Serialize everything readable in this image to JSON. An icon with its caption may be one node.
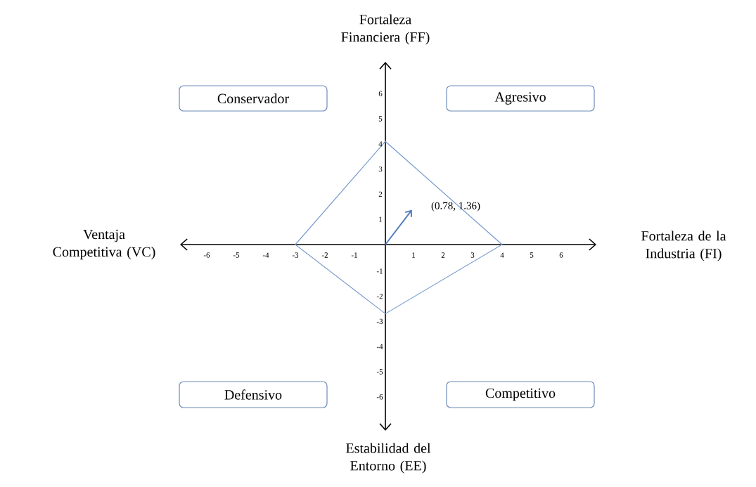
{
  "diagram": {
    "nodes": [
      {
        "text": [
          "Conservador"
        ]
      },
      {
        "text": [
          "Agresivo"
        ]
      },
      {
        "text": [
          "Defensivo"
        ]
      },
      {
        "text": [
          "Competitivo"
        ]
      }
    ],
    "labels": [
      "Fortaleza Financiera (FF)",
      "Ventaja Competitiva (VC)",
      "Fortaleza de la Industria (FI)",
      "Estabilidad del Entorno (EE)",
      "6",
      "5",
      "4",
      "3",
      "2",
      "1",
      "-6",
      "-5",
      "-4",
      "-3",
      "-2",
      "-1",
      "1",
      "2",
      "3",
      "4",
      "5",
      "6",
      "-1",
      "-2",
      "-3",
      "-4",
      "-5",
      "-6",
      "(0.78, 1.36)"
    ]
  }
}
